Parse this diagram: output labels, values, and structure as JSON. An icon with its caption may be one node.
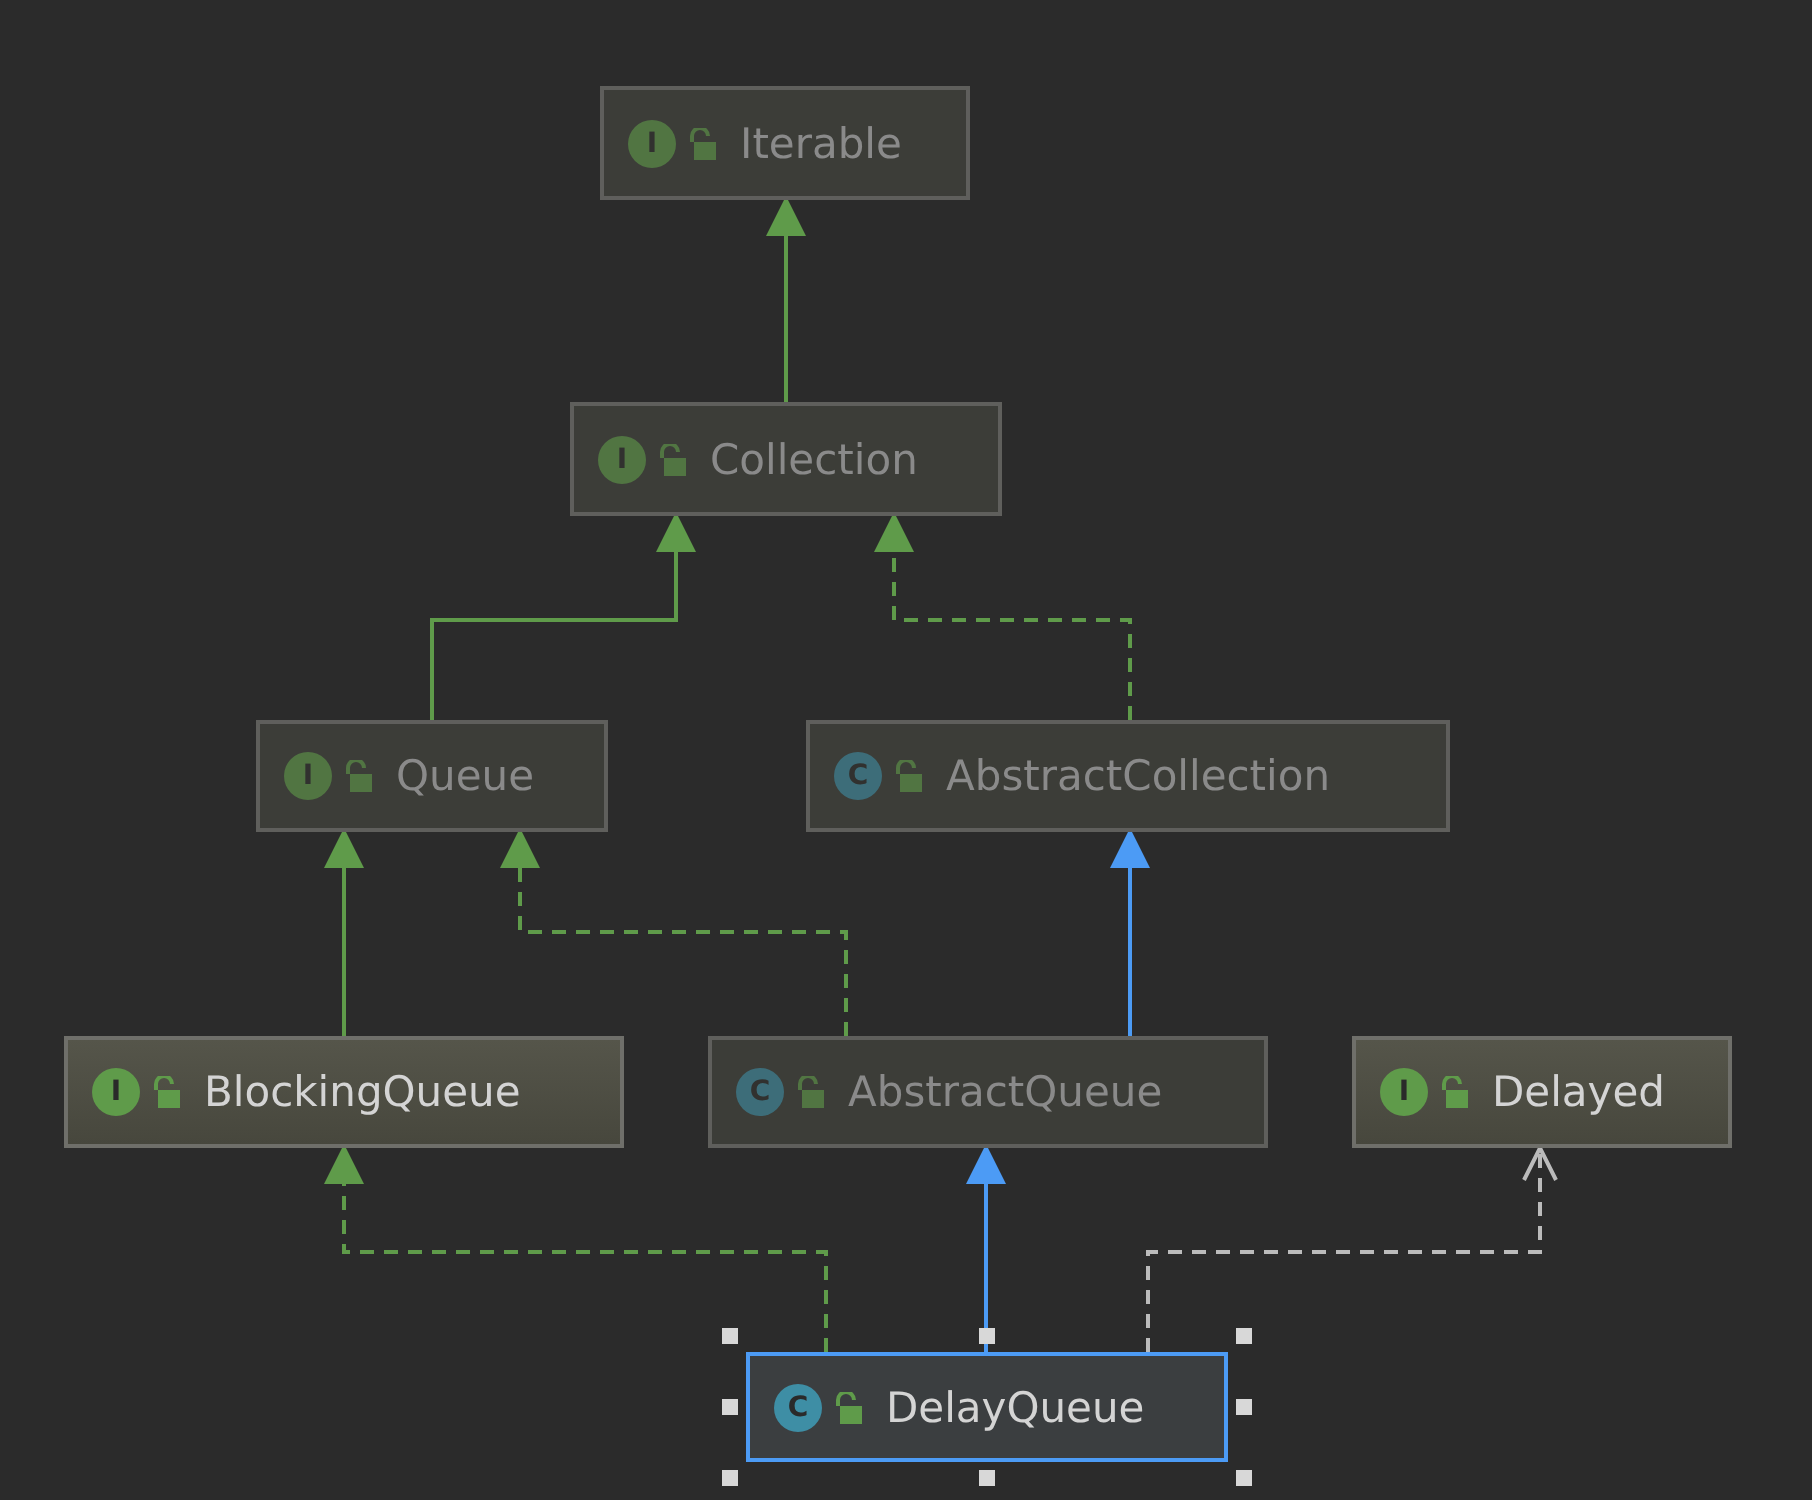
{
  "diagram": {
    "nodes": [
      {
        "text": [
          "I",
          "Iterable"
        ]
      },
      {
        "text": [
          "I",
          "Collection"
        ]
      },
      {
        "text": [
          "I",
          "Queue"
        ]
      },
      {
        "text": [
          "C",
          "AbstractCollection"
        ]
      },
      {
        "text": [
          "I",
          "BlockingQueue"
        ]
      },
      {
        "text": [
          "C",
          "AbstractQueue"
        ]
      },
      {
        "text": [
          "I",
          "Delayed"
        ]
      },
      {
        "text": [
          "C",
          "DelayQueue"
        ]
      }
    ],
    "edges": [
      {
        "from": 1,
        "to": 0,
        "arrow": "to"
      },
      {
        "from": 2,
        "to": 1,
        "arrow": "to"
      },
      {
        "from": 3,
        "to": 1,
        "arrow": "to",
        "style": "dashed"
      },
      {
        "from": 4,
        "to": 2,
        "arrow": "to"
      },
      {
        "from": 5,
        "to": 2,
        "arrow": "to",
        "style": "dashed"
      },
      {
        "from": 5,
        "to": 3,
        "arrow": "to",
        "color": "#4c9bf5"
      },
      {
        "from": 7,
        "to": 4,
        "arrow": "to",
        "style": "dashed"
      },
      {
        "from": 7,
        "to": 5,
        "arrow": "to",
        "color": "#4c9bf5"
      },
      {
        "from": 7,
        "to": 6,
        "arrow": "to",
        "style": "dashed",
        "color": "#bbbbbb"
      }
    ]
  }
}
